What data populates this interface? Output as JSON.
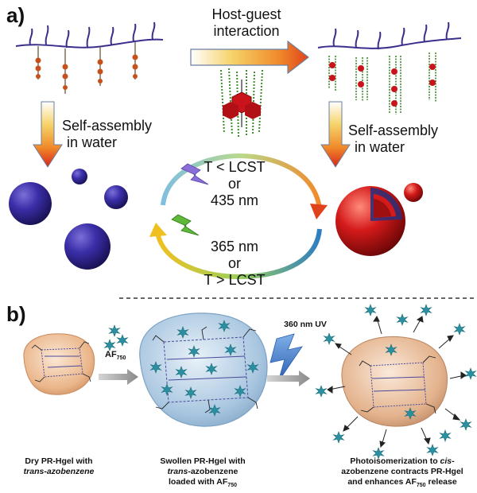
{
  "panel_a": {
    "label": "a)",
    "top_arrow_label_line1": "Host-guest",
    "top_arrow_label_line2": "interaction",
    "left_assembly_line1": "Self-assembly",
    "left_assembly_line2": "in water",
    "right_assembly_line1": "Self-assembly",
    "right_assembly_line2": "in water",
    "cycle_top_line1": "T < LCST",
    "cycle_top_line2": "or",
    "cycle_top_line3": "435 nm",
    "cycle_bottom_line1": "365 nm",
    "cycle_bottom_line2": "or",
    "cycle_bottom_line3": "T > LCST"
  },
  "panel_b": {
    "label": "b)",
    "af_label_main": "AF",
    "af_label_sub": "750",
    "uv_label": "360 nm UV",
    "caption1_line1": "Dry PR-Hgel with",
    "caption1_line2": "trans-azobenzene",
    "caption2_line1": "Swollen PR-Hgel with",
    "caption2_line2_italic": "trans",
    "caption2_line2_rest": "-azobenzene",
    "caption2_line3_main": "loaded with AF",
    "caption2_line3_sub": "750",
    "caption3_line1_main": "Photoisomerization to ",
    "caption3_line1_italic": "cis",
    "caption3_line1_end": "-",
    "caption3_line2": "azobenzene contracts PR-Hgel",
    "caption3_line3_main": "and enhances AF",
    "caption3_line3_sub": "750",
    "caption3_line3_end": " release"
  },
  "colors": {
    "polymer_chain": "#3a2f8c",
    "nanoparticle": "#2b1f8f",
    "vesicle": "#d11a1a",
    "star": "#2a8fa0",
    "dry_gel": "#e8b98f",
    "swollen_gel": "#a9c6e0"
  }
}
